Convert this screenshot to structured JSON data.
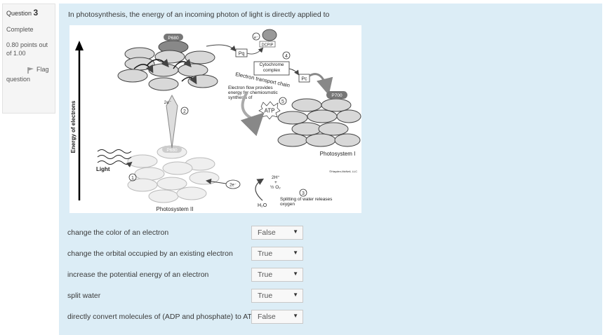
{
  "info": {
    "question_label": "Question",
    "question_number": "3",
    "state": "Complete",
    "points": "0.80 points out of 1.00",
    "flag_label": "Flag",
    "flag_suffix": "question"
  },
  "question": {
    "text": "In photosynthesis, the energy of an incoming photon of light is directly applied to"
  },
  "figure": {
    "p680_top": "P680",
    "p680_bottom": "P680",
    "p700": "P700",
    "dcpip": "DCPIP",
    "electron": "e⁻",
    "pq": "Pq",
    "pc": "Pc",
    "cytochrome": "Cytochrome complex",
    "etc": "Electron transport chain",
    "electron_flow": "Electron flow provides energy for chemiosmotic synthesis of",
    "atp": "ATP",
    "photosystem1": "Photosystem I",
    "photosystem2": "Photosystem II",
    "copyright": "©Hayden-McNeil, LLC",
    "energy_axis": "Energy of electrons",
    "light": "Light",
    "two_e_a": "2e⁻",
    "two_e_b": "2e⁻",
    "two_h": "2H⁺",
    "plus": "+",
    "half_o2": "½ O₂",
    "h2o": "H₂O",
    "splitting": "Splitting of water releases oxygen",
    "step1": "1",
    "step2": "2",
    "step3": "3",
    "step4": "4",
    "step5": "5"
  },
  "answers": [
    {
      "stem": "change the color of an electron",
      "value": "False"
    },
    {
      "stem": "change the orbital occupied by an existing electron",
      "value": "True"
    },
    {
      "stem": "increase the potential energy of an electron",
      "value": "True"
    },
    {
      "stem": "split water",
      "value": "True"
    },
    {
      "stem": "directly convert molecules of (ADP and phosphate) to ATP",
      "value": "False"
    }
  ]
}
